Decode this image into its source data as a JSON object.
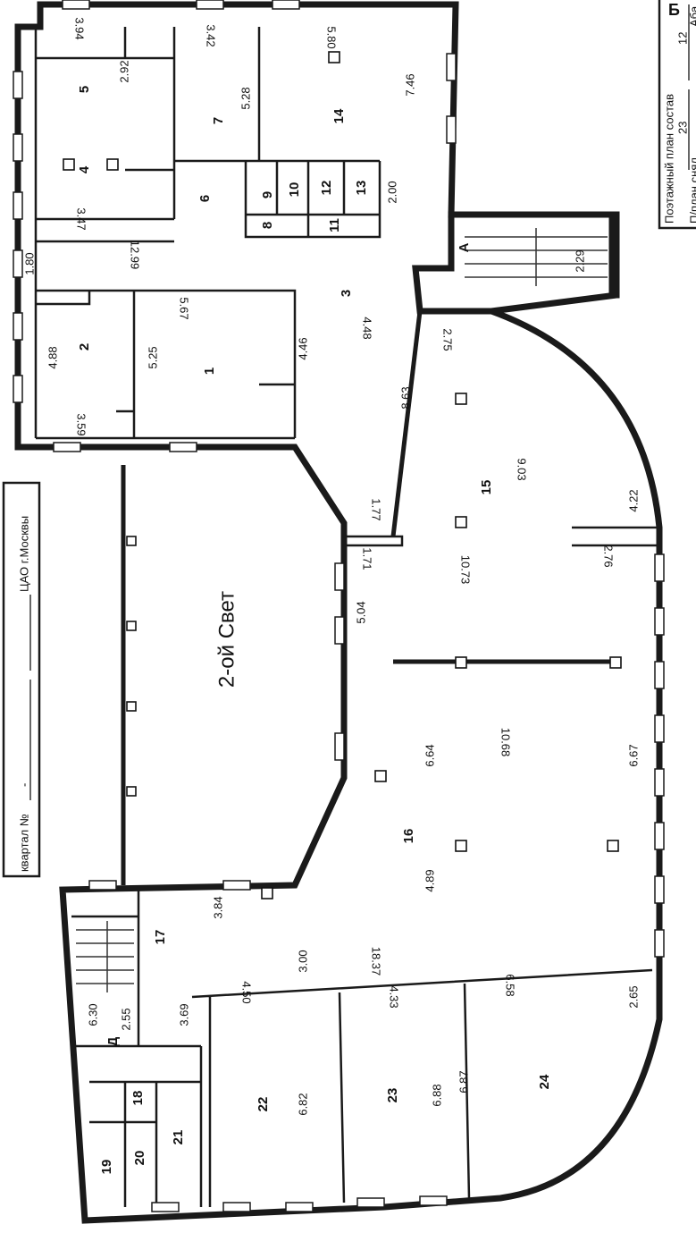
{
  "header_left": {
    "block_label": "квартал №",
    "block_value": "-",
    "district": "ЦАО г.Москвы"
  },
  "header_right": {
    "title": "Поэтажный план состав",
    "day": "23",
    "month": "12",
    "surveyor_label": "П/план снял",
    "surveyor": "Аба",
    "sheet_letter": "Б"
  },
  "rooms": [
    "5",
    "7",
    "14",
    "4",
    "6",
    "9",
    "10",
    "12",
    "13",
    "8",
    "11",
    "А",
    "1",
    "3",
    "2",
    "15",
    "16",
    "17",
    "Д",
    "22",
    "23",
    "24",
    "18",
    "21",
    "20",
    "19"
  ],
  "second_light": "2-ой Свет",
  "dims": [
    "3.94",
    "2.92",
    "3.42",
    "5.28",
    "5.80",
    "7.46",
    "2.00",
    "3.47",
    "12.99",
    "1.80",
    "2.29",
    "5.67",
    "5.25",
    "4.46",
    "4.48",
    "4.88",
    "3.59",
    "2.75",
    "8.63",
    "9.03",
    "4.22",
    "1.77",
    "1.71",
    "10.73",
    "2.76",
    "5.04",
    "6.64",
    "10.68",
    "6.67",
    "4.89",
    "3.84",
    "3.00",
    "18.37",
    "6.30",
    "2.55",
    "3.69",
    "4.50",
    "4.33",
    "6.58",
    "2.65",
    "6.82",
    "6.88",
    "6.87"
  ]
}
